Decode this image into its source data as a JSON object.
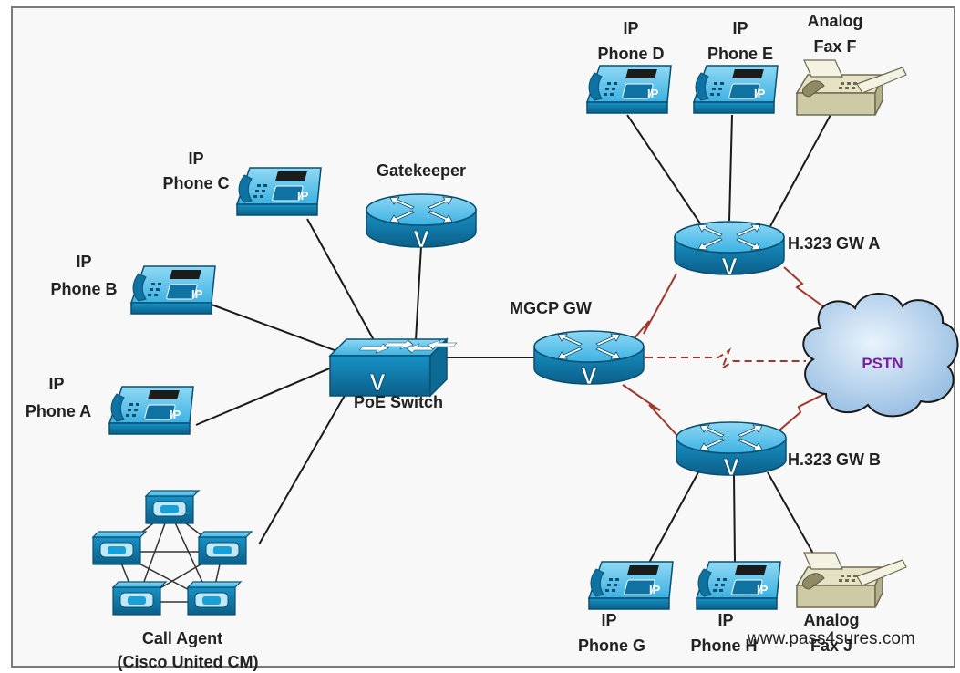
{
  "labels": {
    "phone_a": [
      "IP",
      "Phone A"
    ],
    "phone_b": [
      "IP",
      "Phone B"
    ],
    "phone_c": [
      "IP",
      "Phone C"
    ],
    "phone_d": [
      "IP",
      "Phone D"
    ],
    "phone_e": [
      "IP",
      "Phone E"
    ],
    "fax_f": [
      "Analog",
      "Fax F"
    ],
    "phone_g": [
      "IP",
      "Phone G"
    ],
    "phone_h": [
      "IP",
      "Phone H"
    ],
    "fax_j": [
      "Analog",
      "Fax J"
    ],
    "gatekeeper": "Gatekeeper",
    "poe_switch": "PoE Switch",
    "mgcp_gw": "MGCP GW",
    "gw_a": "H.323 GW A",
    "gw_b": "H.323 GW B",
    "pstn": "PSTN",
    "call_agent": [
      "Call Agent",
      "(Cisco United CM)"
    ],
    "ip_badge": "IP",
    "router_glyph": "V",
    "watermark": "www.pass4sures.com"
  },
  "icons": {
    "router": "router-icon",
    "switch": "switch-icon",
    "ip_phone": "ip-phone-icon",
    "fax": "fax-icon",
    "cloud": "cloud-icon",
    "server": "server-icon"
  },
  "colors": {
    "device_blue": "#1a9fd6",
    "device_dark": "#0f6f9e",
    "serial_link": "#a0382a",
    "lan_link": "#1a1a1a",
    "fax_body": "#d9d5b8",
    "pstn_text": "#7a1fa0",
    "cloud": "#a9c8ea"
  }
}
